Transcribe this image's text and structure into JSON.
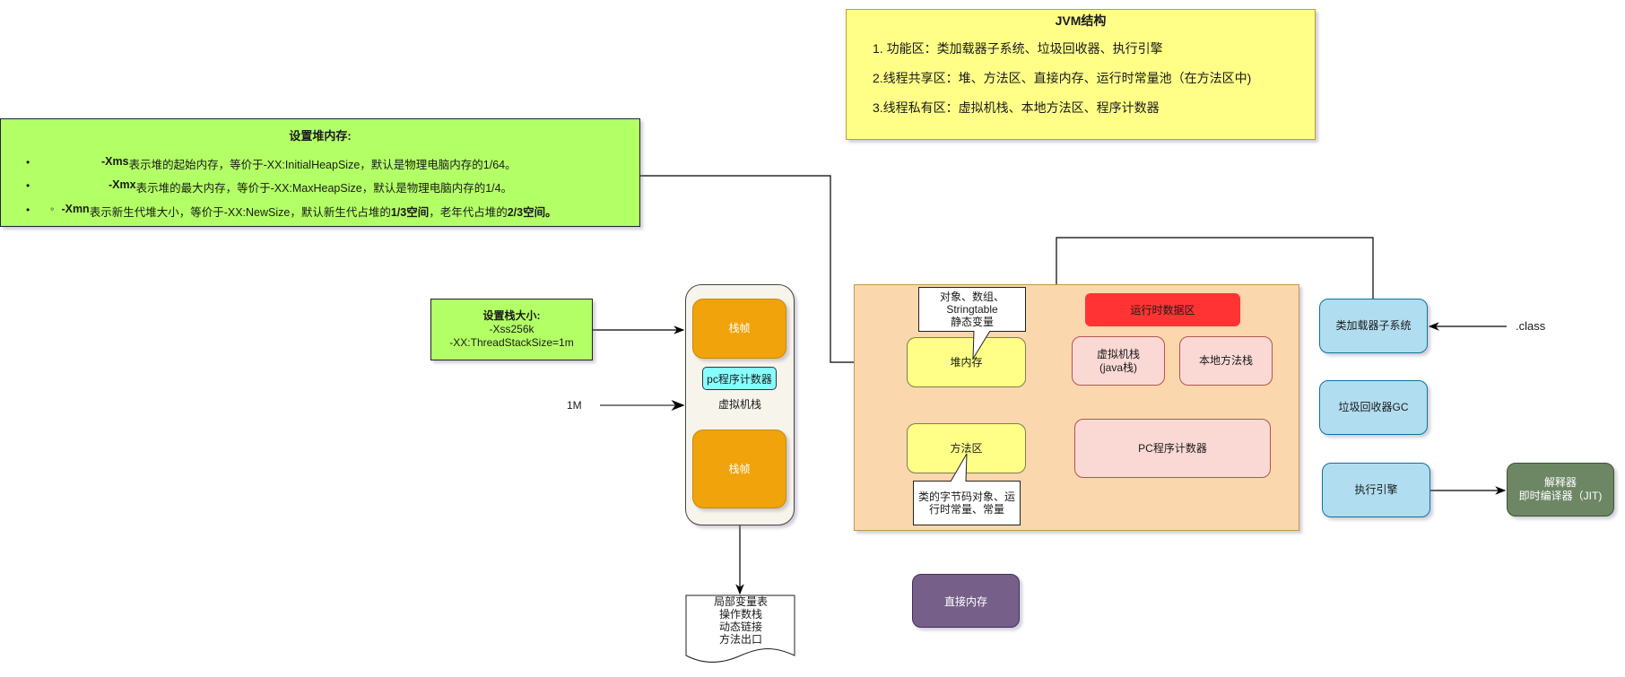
{
  "jvm_structure": {
    "title": "JVM结构",
    "items": [
      "1. 功能区：类加载器子系统、垃圾回收器、执行引擎",
      "2.线程共享区：堆、方法区、直接内存、运行时常量池（在方法区中)",
      "3.线程私有区：虚拟机栈、本地方法区、程序计数器"
    ]
  },
  "heap_settings": {
    "title": "设置堆内存:",
    "items": [
      {
        "bold": "-Xms",
        "text": "表示堆的起始内存，等价于-XX:InitialHeapSize，默认是物理电脑内存的1/64。"
      },
      {
        "bold": "-Xmx",
        "text": "表示堆的最大内存，等价于-XX:MaxHeapSize，默认是物理电脑内存的1/4。"
      },
      {
        "sub_bullet": "◦",
        "bold": "-Xmn",
        "text": " 表示新生代堆大小，等价于-XX:NewSize，默认新生代占堆的",
        "bold2": "1/3空间",
        "text2": "，老年代占堆的",
        "bold3": "2/3空间。"
      }
    ]
  },
  "stack_settings": {
    "title": "设置栈大小:",
    "line1": "-Xss256k",
    "line2": "-XX:ThreadStackSize=1m"
  },
  "one_m_label": "1M",
  "vm_stack": {
    "frame_top": "栈帧",
    "pc_counter": "pc程序计数器",
    "label": "虚拟机栈",
    "frame_bottom": "栈帧"
  },
  "frame_contents": [
    "局部变量表",
    "操作数栈",
    "动态链接",
    "方法出口"
  ],
  "runtime_data_area": {
    "banner": "运行时数据区",
    "heap": "堆内存",
    "heap_callout": [
      "对象、数组、",
      "Stringtable",
      "静态变量"
    ],
    "method_area": "方法区",
    "method_callout": [
      "类的字节码对象、运",
      "行时常量、常量"
    ],
    "vm_stack": [
      "虚拟机栈",
      "(java栈)"
    ],
    "native_stack": "本地方法栈",
    "pc_counter": "PC程序计数器"
  },
  "direct_memory": "直接内存",
  "class_loader": "类加载器子系统",
  "gc": "垃圾回收器GC",
  "exec_engine": "执行引擎",
  "interpreter": [
    "解释器",
    "即时编译器（JIT)"
  ],
  "class_file": ".class"
}
